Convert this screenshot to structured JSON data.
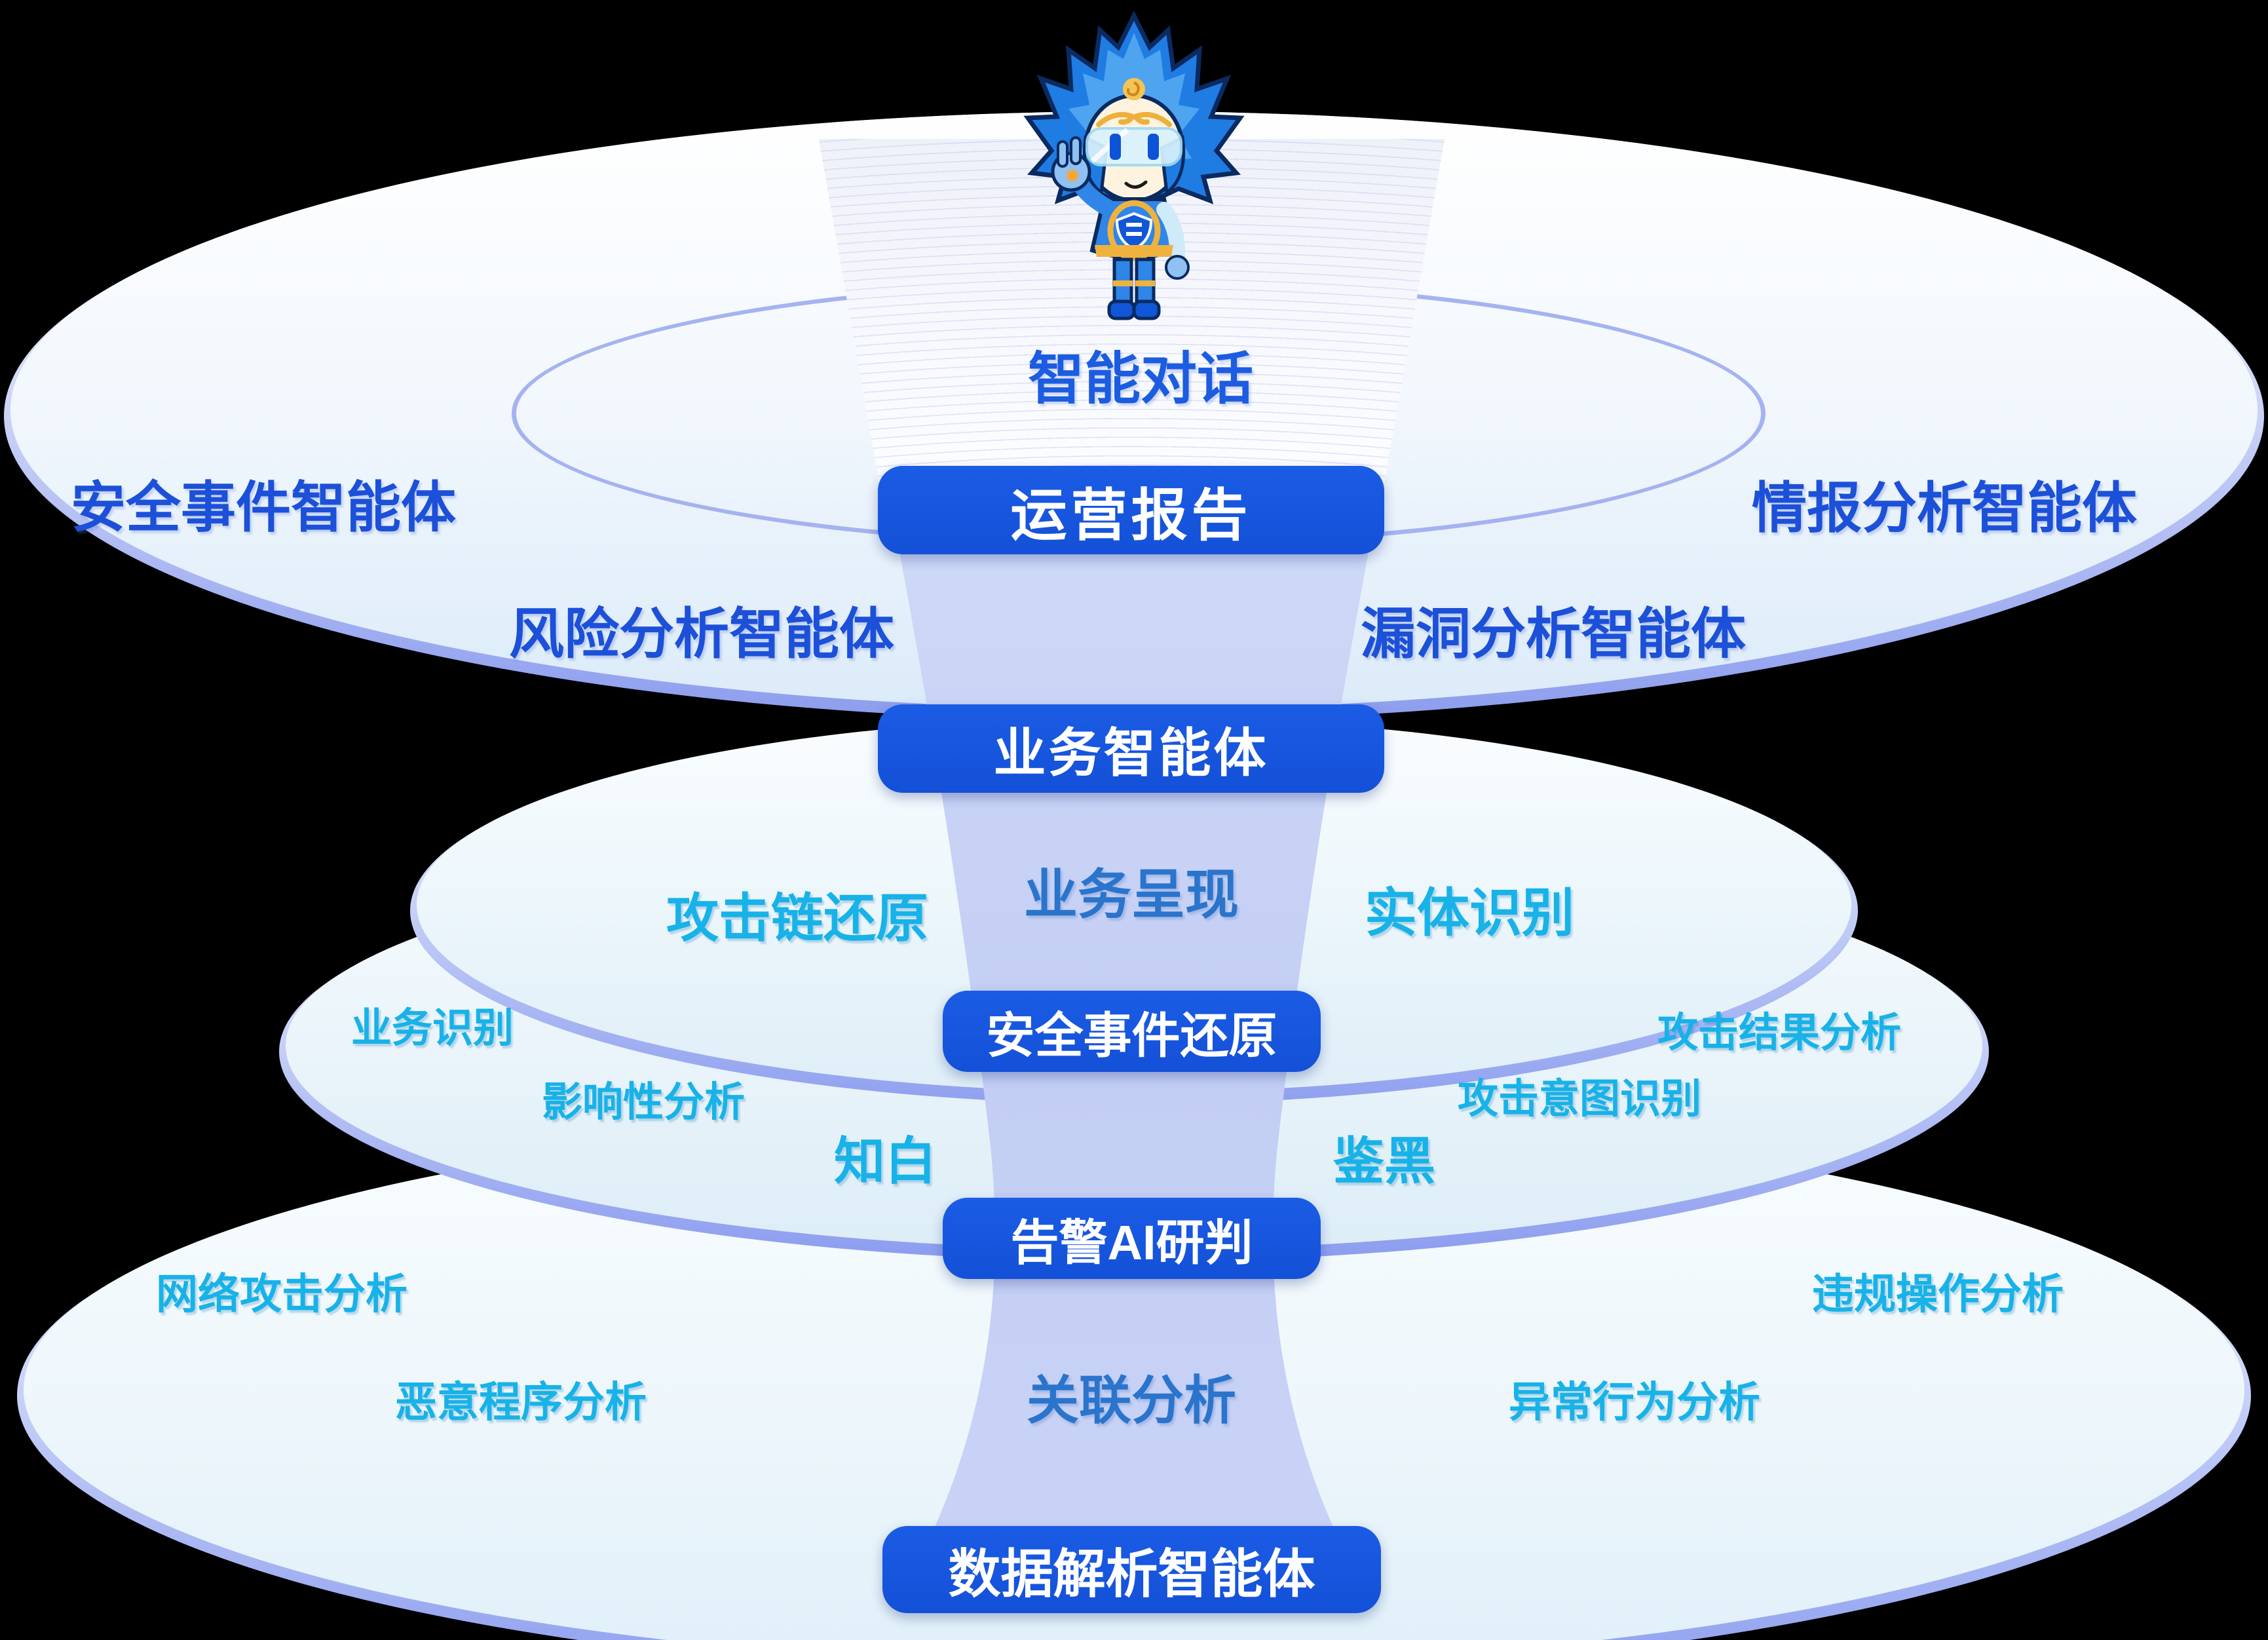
{
  "diagram": {
    "title_dialog": "智能对话",
    "buttons": {
      "operations_report": "运营报告",
      "business_agent": "业务智能体",
      "security_event_restore": "安全事件还原",
      "alert_ai_analysis": "告警AI研判",
      "data_parsing_agent": "数据解析智能体"
    },
    "tier1": {
      "labels": [
        "安全事件智能体",
        "风险分析智能体",
        "漏洞分析智能体",
        "情报分析智能体"
      ]
    },
    "tier2": {
      "center_label": "业务呈现",
      "labels": [
        "攻击链还原",
        "实体识别"
      ]
    },
    "tier3": {
      "labels": [
        "业务识别",
        "影响性分析",
        "知白",
        "鉴黑",
        "攻击意图识别",
        "攻击结果分析"
      ]
    },
    "tier4": {
      "center_label": "关联分析",
      "labels": [
        "网络攻击分析",
        "恶意程序分析",
        "异常行为分析",
        "违规操作分析"
      ]
    },
    "colors": {
      "button_background": "#1655DD",
      "agent_label_blue": "#1C50D8",
      "capability_label_cyan": "#17B2E8",
      "center_label_blue": "#2B74CC",
      "dish_rim_periwinkle": "#8C9DEE",
      "light_column": "#C9D3F5",
      "background": "#000000"
    }
  }
}
